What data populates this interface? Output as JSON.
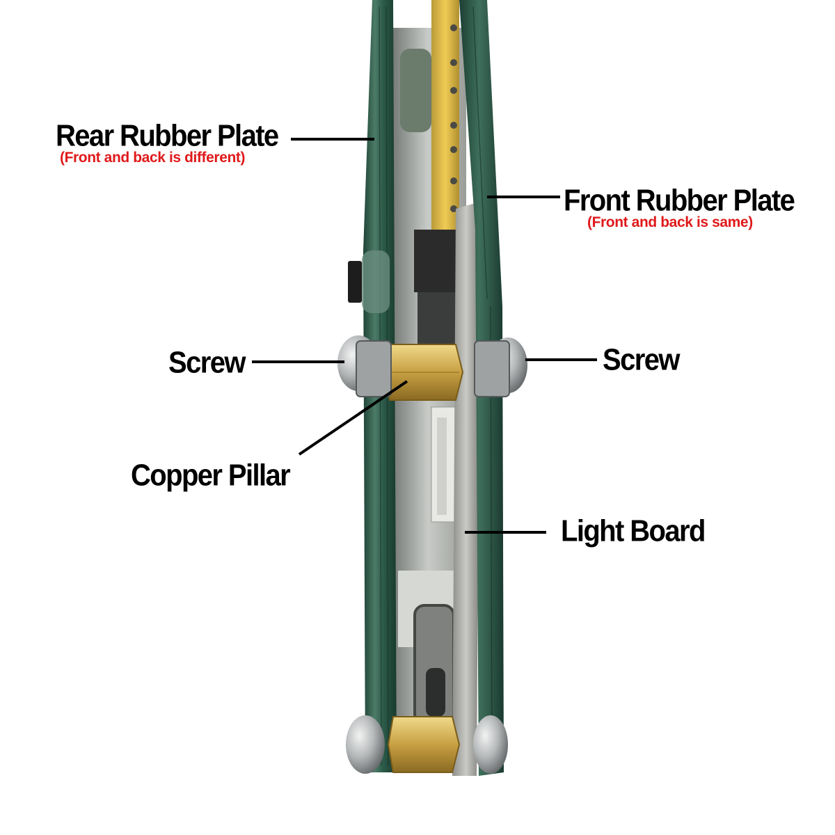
{
  "labels": {
    "rear_plate": "Rear Rubber Plate",
    "rear_plate_note": "(Front and back is different)",
    "front_plate": "Front Rubber Plate",
    "front_plate_note": "(Front and back is same)",
    "screw_left": "Screw",
    "screw_right": "Screw",
    "copper_pillar": "Copper Pillar",
    "light_board": "Light Board"
  },
  "colors": {
    "background": "#ffffff",
    "label_text": "#000000",
    "note_text": "#e0191b",
    "leader_line": "#000000",
    "acrylic_green": "#2f5d4c",
    "copper": "#c7a44a",
    "screw_steel": "#b9bcbd",
    "pcb_yellow": "#e7c14a",
    "light_board_silver": "#a9aaa7"
  },
  "icons": {
    "device": "clock-side-view-photo"
  }
}
